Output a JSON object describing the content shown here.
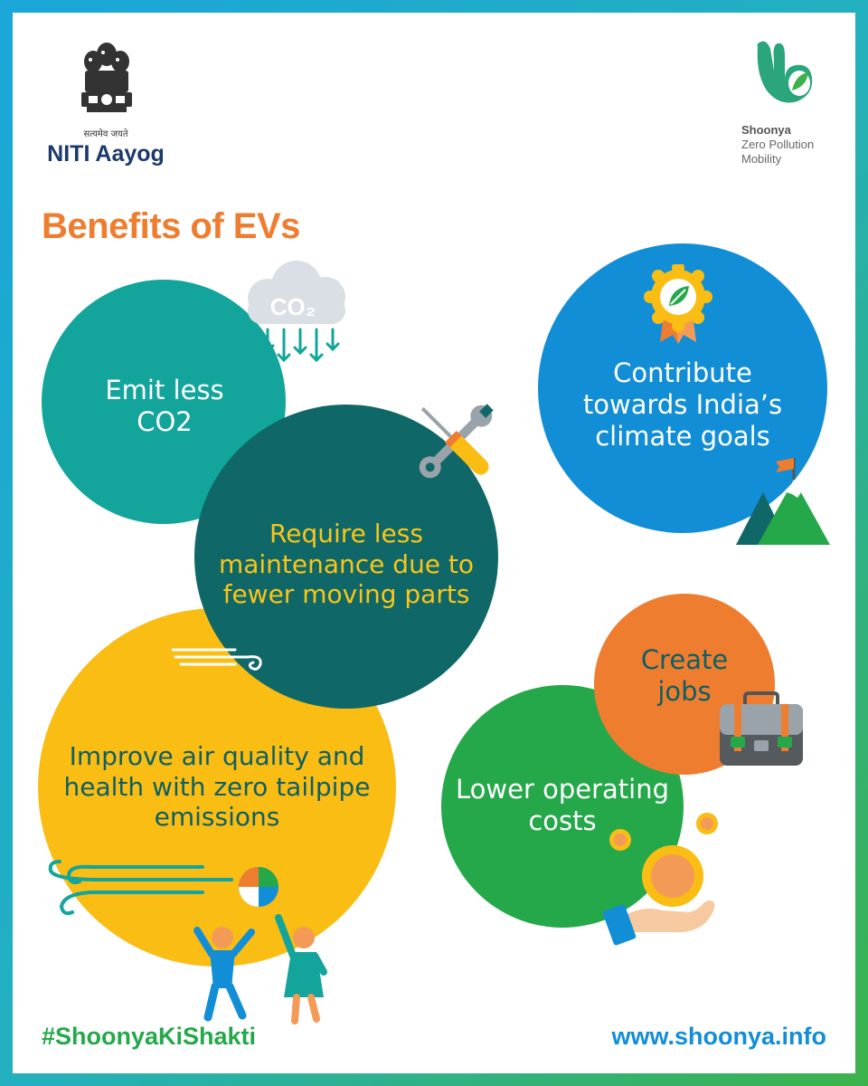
{
  "header": {
    "niti_motto": "सत्यमेव जयते",
    "niti_name": "NITI Aayog",
    "shoonya_brand": "Shoonya",
    "shoonya_tag_line1": "Zero Pollution",
    "shoonya_tag_line2": "Mobility"
  },
  "title": "Benefits of EVs",
  "benefits": {
    "co2": {
      "line1": "Emit less",
      "line2": "CO2",
      "icon_text": "CO₂"
    },
    "maintenance": {
      "line1": "Require less",
      "line2": "maintenance due to",
      "line3": "fewer moving parts"
    },
    "climate": {
      "line1": "Contribute",
      "line2": "towards India’s",
      "line3": "climate goals"
    },
    "jobs": {
      "line1": "Create",
      "line2": "jobs"
    },
    "costs": {
      "line1": "Lower operating",
      "line2": "costs"
    },
    "air": {
      "line1": "Improve air quality and",
      "line2": "health with zero tailpipe",
      "line3": "emissions"
    }
  },
  "footer": {
    "hashtag": "#ShoonyaKiShakti",
    "website": "www.shoonya.info"
  },
  "colors": {
    "teal": "#13a59b",
    "dark_teal": "#0f6867",
    "blue": "#128ed6",
    "orange": "#ef7d30",
    "green": "#25a84a",
    "yellow": "#f9bd14",
    "title_orange": "#ef7d30",
    "navy": "#1b3a6b",
    "text_yellow": "#f9c51a",
    "text_dark": "#0f5e63"
  }
}
